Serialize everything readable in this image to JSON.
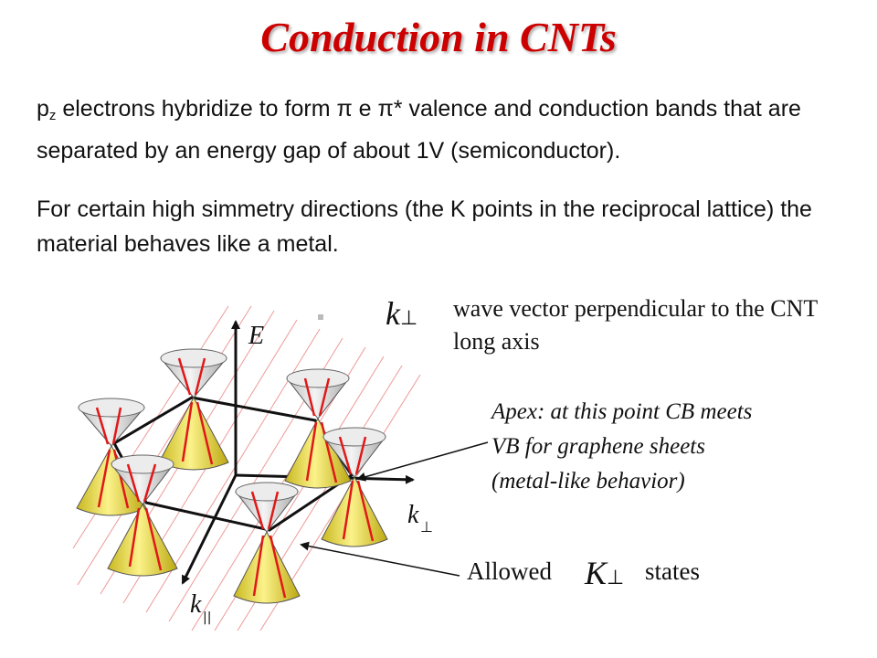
{
  "title": "Conduction in CNTs",
  "paragraph1": {
    "p": "p",
    "sub": "z",
    "rest": " electrons hybridize to form π e π* valence and conduction bands that are separated by an energy gap of about 1V (semiconductor)."
  },
  "paragraph2": "For certain high simmetry directions (the K points in the reciprocal lattice)  the material behaves like a metal.",
  "kperp_symbol": "k",
  "perp_mark": "⊥",
  "wave_vector_text": "wave vector perpendicular to the CNT long axis",
  "apex_text": "Apex: at this point CB meets VB for graphene sheets (metal-like behavior)",
  "allowed_label": "Allowed",
  "K_symbol": "K",
  "states_label": "states",
  "diagram": {
    "axis_E": "E",
    "axis_kperp": "k",
    "axis_kpar": "k",
    "sub_perp": "⊥",
    "sub_par": "||"
  },
  "colors": {
    "title": "#cc0000",
    "cone_top": "#d9d9d9",
    "cone_bottom": "#e8dc4a",
    "red_lines": "#e01818"
  }
}
